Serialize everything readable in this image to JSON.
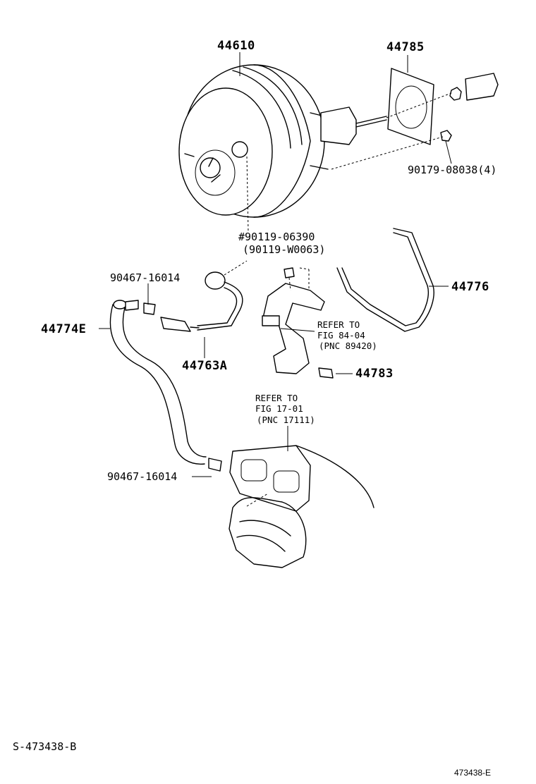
{
  "labels": {
    "booster": "44610",
    "gasket": "44785",
    "nut": "90179-08038(4)",
    "bolt_main": "#90119-06390",
    "bolt_alt": "(90119-W0063)",
    "hose_pipe": "44776",
    "clamp_upper": "90467-16014",
    "hose_e": "44774E",
    "check_valve": "44763A",
    "refer_bracket": [
      "REFER TO",
      "FIG 84-04",
      "(PNC 89420)"
    ],
    "sensor": "44783",
    "refer_manifold": [
      "REFER TO",
      "FIG 17-01",
      "(PNC 17111)"
    ],
    "clamp_lower": "90467-16014"
  },
  "footer": {
    "left": "S-473438-B",
    "right": "473438-E"
  }
}
